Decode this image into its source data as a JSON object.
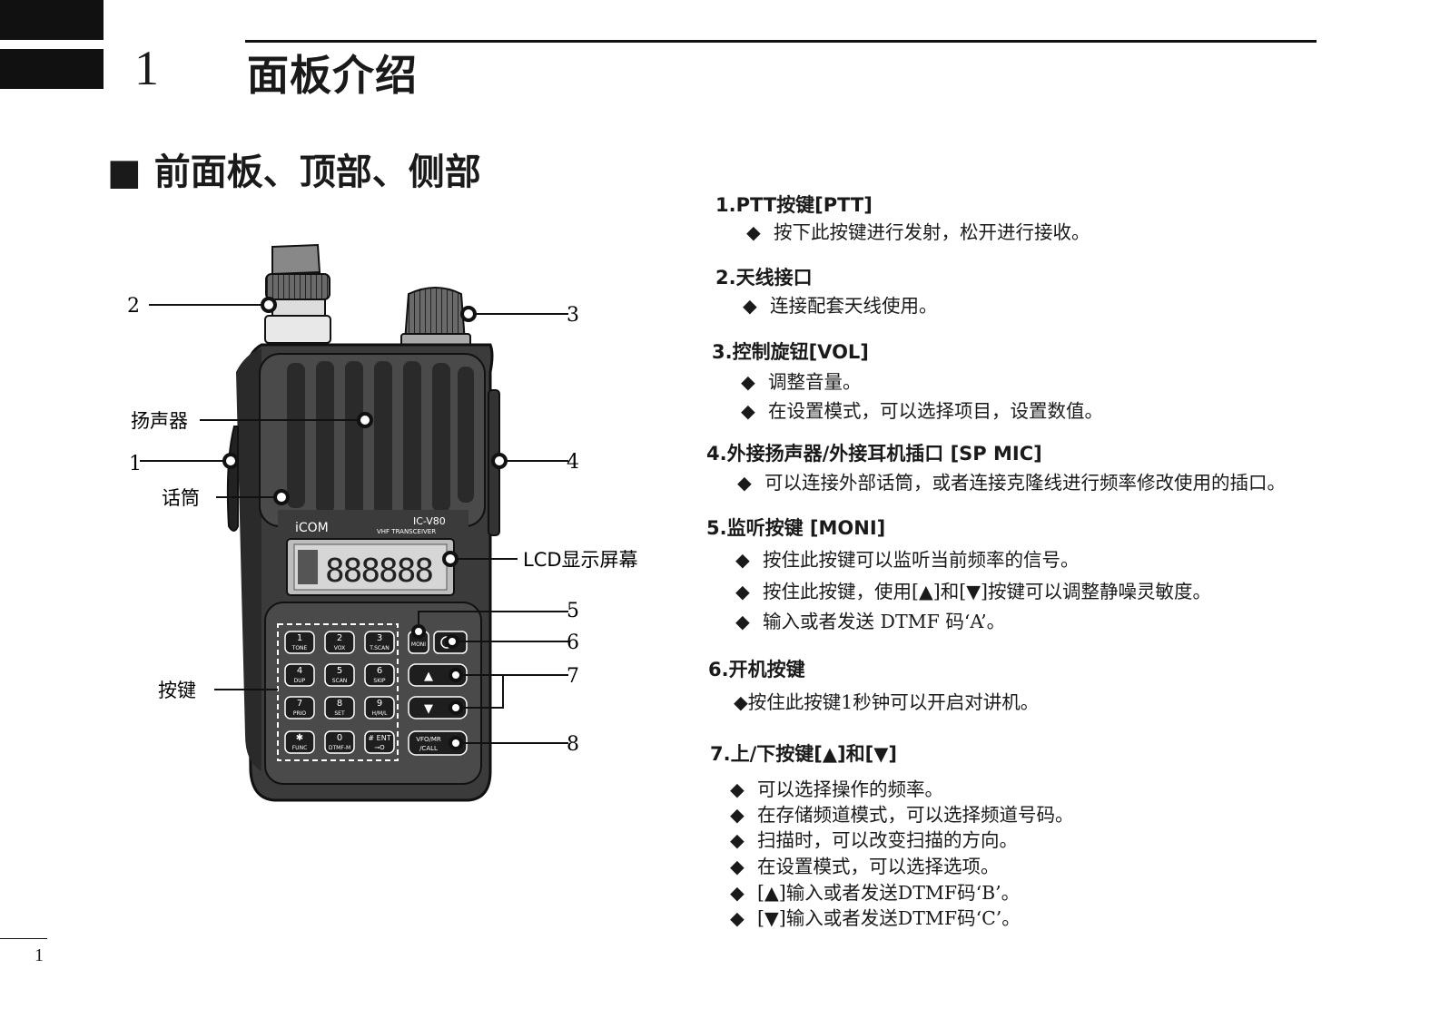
{
  "header": {
    "chapter_number": "1",
    "chapter_title": "面板介绍"
  },
  "section_title": "■ 前面板、顶部、侧部",
  "figure": {
    "callouts": {
      "antenna": "2",
      "knob": "3",
      "speaker": "扬声器",
      "ptt": "1",
      "mic": "话筒",
      "side_jack": "4",
      "lcd": "LCD显示屏幕",
      "monitor": "5",
      "power": "6",
      "updown": "7",
      "vfo": "8",
      "keypad": "按键"
    },
    "radio": {
      "brand": "iCOM",
      "model": "IC-V80",
      "subtitle": "VHF TRANSCEIVER",
      "keys": [
        {
          "num": "1",
          "label": "TONE"
        },
        {
          "num": "2",
          "label": "VOX"
        },
        {
          "num": "3",
          "label": "T.SCAN"
        },
        {
          "num": "4",
          "label": "DUP"
        },
        {
          "num": "5",
          "label": "SCAN"
        },
        {
          "num": "6",
          "label": "SKIP"
        },
        {
          "num": "7",
          "label": "PRIO"
        },
        {
          "num": "8",
          "label": "SET"
        },
        {
          "num": "9",
          "label": "H/M/L"
        },
        {
          "num": "✱",
          "label": "FUNC"
        },
        {
          "num": "0",
          "label": "DTMF-M"
        },
        {
          "num": "# ENT",
          "label": "⊸O"
        }
      ],
      "moni_label": "MONI",
      "up_symbol": "▲",
      "down_symbol": "▼",
      "vfo_label_1": "VFO/MR",
      "vfo_label_2": "/CALL"
    }
  },
  "items": [
    {
      "title": "1.PTT按键[PTT]",
      "bullets": [
        "按下此按键进行发射，松开进行接收。"
      ]
    },
    {
      "title": "2.天线接口",
      "bullets": [
        "连接配套天线使用。"
      ]
    },
    {
      "title": "3.控制旋钮[VOL]",
      "bullets": [
        "调整音量。",
        "在设置模式，可以选择项目，设置数值。"
      ]
    },
    {
      "title": "4.外接扬声器/外接耳机插口 [SP MIC]",
      "bullets": [
        "可以连接外部话筒，或者连接克隆线进行频率修改使用的插口。"
      ]
    },
    {
      "title": "5.监听按键 [MONI]",
      "bullets": [
        "按住此按键可以监听当前频率的信号。",
        "按住此按键，使用[▲]和[▼]按键可以调整静噪灵敏度。",
        "输入或者发送 DTMF 码‘A’。"
      ]
    },
    {
      "title": "6.开机按键",
      "bullets": [
        "按住此按键1秒钟可以开启对讲机。"
      ]
    },
    {
      "title": "7.上/下按键[▲]和[▼]",
      "bullets": [
        "可以选择操作的频率。",
        "在存储频道模式，可以选择频道号码。",
        "扫描时，可以改变扫描的方向。",
        "在设置模式，可以选择选项。",
        "[▲]输入或者发送DTMF码‘B’。",
        "[▼]输入或者发送DTMF码‘C’。"
      ]
    }
  ],
  "bullet_symbol": "◆",
  "page_number": "1"
}
